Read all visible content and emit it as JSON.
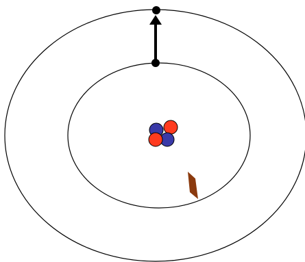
{
  "diagram": {
    "description_free": true,
    "colors": {
      "background": "#ffffff",
      "orbit_stroke": "#000000",
      "electron": "#000000",
      "arrow": "#000000",
      "proton": "#ff3b1f",
      "neutron": "#3a3aa8",
      "nucleus_outline": "#000000",
      "photon": "#8b3a0e"
    },
    "orbits": [
      {
        "id": "inner",
        "electron_present": true
      },
      {
        "id": "outer",
        "electron_present": true
      }
    ],
    "nucleus": {
      "particles": [
        "neutron",
        "proton",
        "proton",
        "neutron"
      ]
    },
    "transition": {
      "from": "inner",
      "to": "outer",
      "arrow": "up"
    },
    "photon": {
      "shape": "parallelogram"
    }
  }
}
